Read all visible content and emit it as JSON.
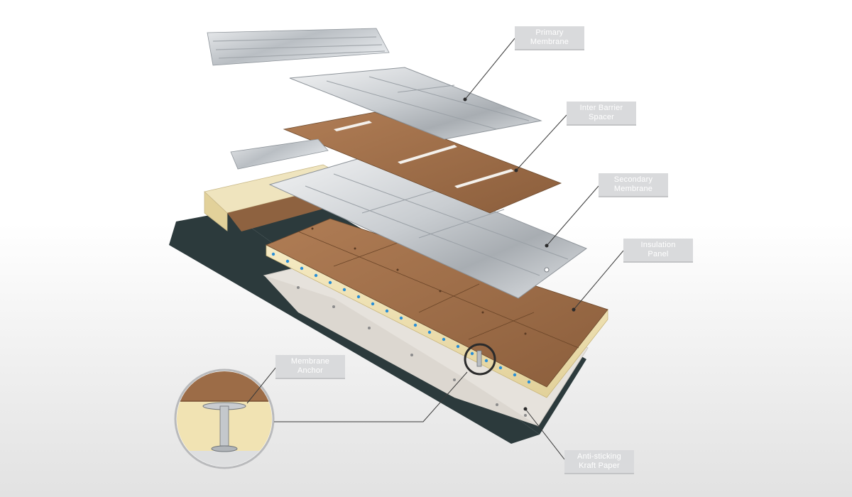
{
  "labels": {
    "primary_membrane": [
      "Primary",
      "Membrane"
    ],
    "inter_barrier_spacer": [
      "Inter Barrier",
      "Spacer"
    ],
    "secondary_membrane": [
      "Secondary",
      "Membrane"
    ],
    "insulation_panel": [
      "Insulation",
      "Panel"
    ],
    "membrane_anchor": [
      "Membrane",
      "Anchor"
    ],
    "kraft_paper": [
      "Anti-sticking",
      "Kraft Paper"
    ]
  },
  "colors": {
    "hull": "#2c3a3c",
    "kraft": "#e6e2dc",
    "wood": "#9a6a45",
    "foam": "#efe1b0",
    "steel": "#c8ccd0",
    "beads": "#2a8fd6",
    "label_bg": "#d9dadc",
    "leader": "#3a3a3a"
  }
}
